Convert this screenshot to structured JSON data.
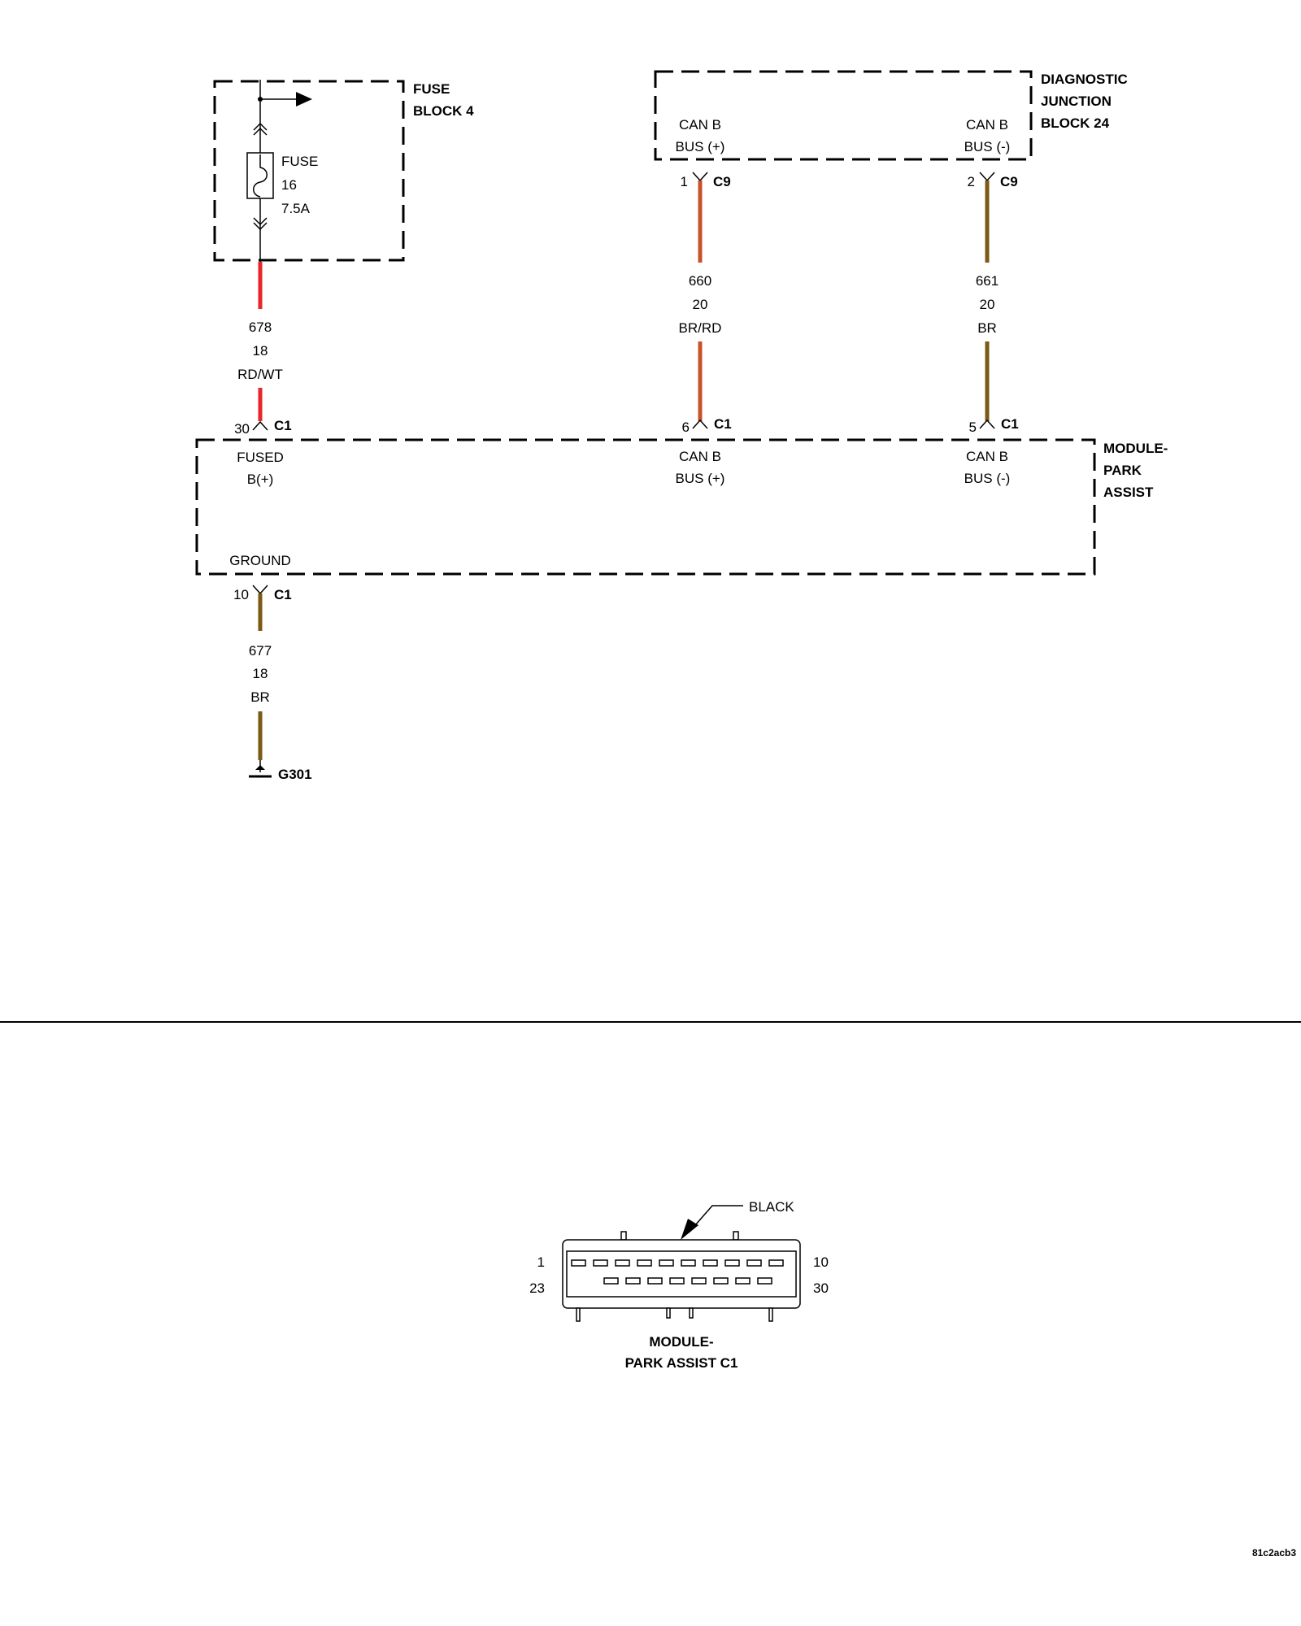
{
  "colors": {
    "wire_rd_wt": "#e8252a",
    "wire_br_rd": "#c8522a",
    "wire_br": "#7a5a14"
  },
  "fuse_block": {
    "title_line1": "FUSE",
    "title_line2": "BLOCK 4",
    "fuse_label": "FUSE",
    "fuse_number": "16",
    "fuse_rating": "7.5A"
  },
  "djb": {
    "title_line1": "DIAGNOSTIC",
    "title_line2": "JUNCTION",
    "title_line3": "BLOCK 24",
    "pin_plus_line1": "CAN B",
    "pin_plus_line2": "BUS (+)",
    "pin_minus_line1": "CAN B",
    "pin_minus_line2": "BUS (-)"
  },
  "module": {
    "title_line1": "MODULE-",
    "title_line2": "PARK",
    "title_line3": "ASSIST",
    "fused_line1": "FUSED",
    "fused_line2": "B(+)",
    "canp_line1": "CAN B",
    "canp_line2": "BUS (+)",
    "canm_line1": "CAN B",
    "canm_line2": "BUS (-)",
    "ground": "GROUND"
  },
  "wires": [
    {
      "circuit": "678",
      "gauge": "18",
      "color": "RD/WT"
    },
    {
      "circuit": "660",
      "gauge": "20",
      "color": "BR/RD"
    },
    {
      "circuit": "661",
      "gauge": "20",
      "color": "BR"
    },
    {
      "circuit": "677",
      "gauge": "18",
      "color": "BR"
    }
  ],
  "pins": {
    "c9_1": "1",
    "c9_2": "2",
    "c1_30": "30",
    "c1_6": "6",
    "c1_5": "5",
    "c1_10": "10"
  },
  "connectors": {
    "c9": "C9",
    "c1": "C1"
  },
  "ground_label": "G301",
  "connector_view": {
    "color_label": "BLACK",
    "top_left_pin": "1",
    "top_right_pin": "10",
    "bottom_left_pin": "23",
    "bottom_right_pin": "30",
    "caption_line1": "MODULE-",
    "caption_line2": "PARK ASSIST C1"
  },
  "footer_code": "81c2acb3"
}
